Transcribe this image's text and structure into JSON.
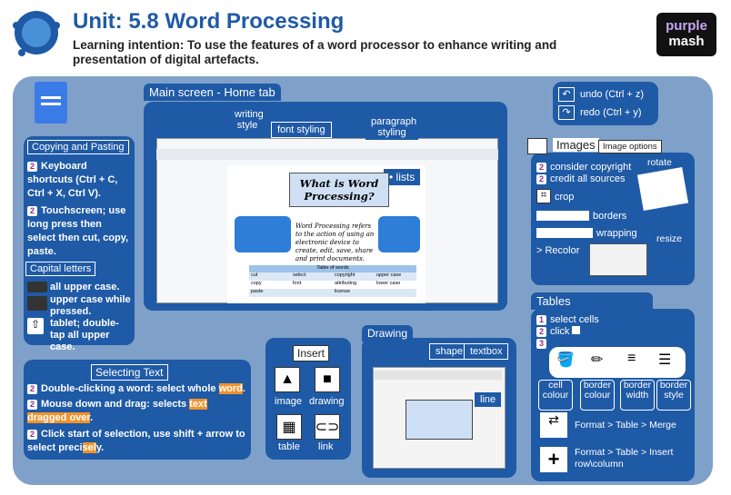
{
  "header": {
    "title": "Unit: 5.8 Word Processing",
    "intention": "Learning intention: To use the features of a word processor to enhance writing and presentation of digital artefacts.",
    "logo_line1": "purple",
    "logo_line2": "mash"
  },
  "copying": {
    "title": "Copying and Pasting",
    "item1": "Keyboard shortcuts (Ctrl + C, Ctrl + X, Ctrl V).",
    "item2": "Touchscreen; use long press then select then cut, copy, paste.",
    "num1": "2",
    "num2": "2"
  },
  "capitals": {
    "title": "Capital letters",
    "item1": "all upper case.",
    "item2": "upper case while pressed.",
    "item3": "tablet; double-tap all upper case."
  },
  "selecting": {
    "title": "Selecting Text",
    "i1a": "Double-clicking a word: select whole ",
    "i1b": "word",
    "i1c": ".",
    "i2a": "Mouse down and drag: selects ",
    "i2b": "text dragged over",
    "i2c": ".",
    "i3a": "Click start of selection, use shift + arrow to select preci",
    "i3b": "sel",
    "i3c": "y.",
    "num": "2"
  },
  "main_screen": {
    "title": "Main screen - Home tab",
    "writing_style": "writing style",
    "font_styling": "font styling",
    "paragraph_styling": "paragraph styling",
    "lists": "• lists",
    "doc_heading": "What is Word Processing?",
    "doc_body": "Word Processing refers to the action of using an electronic device to create, edit, save, share and print documents.",
    "table_title": "Table of words",
    "table": [
      [
        "cut",
        "select",
        "copyright",
        "upper case"
      ],
      [
        "copy",
        "font",
        "attributing",
        "lower case"
      ],
      [
        "paste",
        "",
        "license",
        ""
      ]
    ]
  },
  "undo": {
    "undo": "undo (Ctrl + z)",
    "redo": "redo (Ctrl + y)"
  },
  "images": {
    "title": "Images",
    "options": "Image options",
    "rotate": "rotate",
    "i1": "consider copyright",
    "i2": "credit all sources",
    "crop": "crop",
    "borders": "borders",
    "wrapping": "wrapping",
    "resize": "resize",
    "recolor": "> Recolor",
    "num": "2"
  },
  "tables": {
    "title": "Tables",
    "i1": "select cells",
    "i2": "click",
    "n1": "1",
    "n2": "2",
    "n3": "3",
    "cell_colour": "cell colour",
    "border_colour": "border colour",
    "border_width": "border width",
    "border_style": "border style",
    "merge": "Format > Table > Merge",
    "insert": "Format > Table > Insert row\\column"
  },
  "insert": {
    "title": "Insert",
    "image": "image",
    "drawing": "drawing",
    "table": "table",
    "link": "link"
  },
  "drawing": {
    "title": "Drawing",
    "shape": "shape",
    "textbox": "textbox",
    "line": "line"
  }
}
